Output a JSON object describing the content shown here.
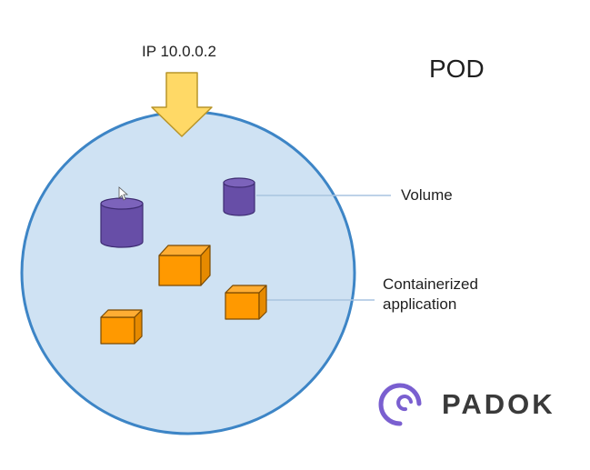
{
  "diagram": {
    "ip_label": "IP 10.0.0.2",
    "title": "POD",
    "volume_label": "Volume",
    "app_label_line1": "Containerized",
    "app_label_line2": "application",
    "brand": "PADOK",
    "icons": [
      "ip-arrow-icon",
      "cursor-icon",
      "padok-logo-icon"
    ]
  },
  "colors": {
    "pod_fill": "#cfe2f3",
    "pod_stroke": "#3d85c6",
    "arrow_fill": "#ffd966",
    "arrow_stroke": "#b8952a",
    "volume_fill": "#674ea7",
    "volume_stroke": "#3e2c72",
    "container_fill": "#ff9900",
    "container_stroke": "#7a4a00",
    "brand_logo": "#7a5fd0",
    "connector": "#a9c4e0"
  }
}
